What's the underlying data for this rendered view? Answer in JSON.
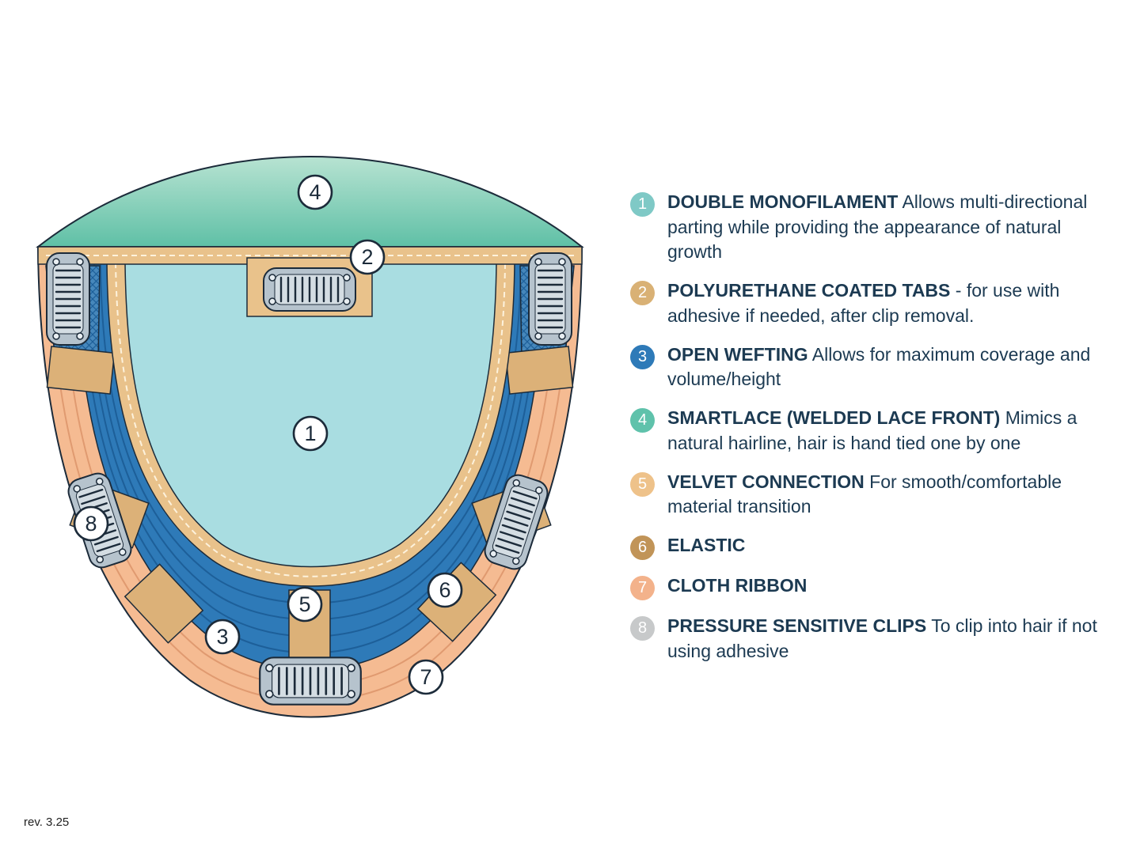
{
  "colors": {
    "ink": "#1c2b3a",
    "text": "#1c3a52",
    "lace-top": "#b8e3d2",
    "lace-bottom": "#5fc0a6",
    "mono-aqua": "#a9dde1",
    "tan": "#e9c28b",
    "tan-dark": "#dcb178",
    "weft-blue": "#2e7ab8",
    "weft-line": "#1d5f99",
    "ribbon-peach": "#f5bb92",
    "ribbon-line": "#e09a70",
    "clip-gray": "#b6c3cd",
    "clip-light": "#d4dde3",
    "hatch-blue": "#4687bb",
    "stitch": "#fdf2dc"
  },
  "diagram": {
    "callouts": [
      "1",
      "2",
      "3",
      "4",
      "5",
      "6",
      "7",
      "8"
    ]
  },
  "legend": {
    "items": [
      {
        "number": "1",
        "badge_color": "#7fc9c6",
        "title": "DOUBLE MONOFILAMENT",
        "description": "Allows multi-directional parting while providing the appearance of natural growth"
      },
      {
        "number": "2",
        "badge_color": "#d9b175",
        "title": "POLYURETHANE COATED TABS",
        "description": "- for use with adhesive if needed, after clip removal."
      },
      {
        "number": "3",
        "badge_color": "#2e7ab8",
        "title": "OPEN WEFTING",
        "description": "Allows for maximum coverage and volume/height"
      },
      {
        "number": "4",
        "badge_color": "#5fc2ab",
        "title": "SMARTLACE (WELDED LACE FRONT)",
        "description": "Mimics a natural hairline, hair is hand tied one by one"
      },
      {
        "number": "5",
        "badge_color": "#eec28a",
        "title": "VELVET CONNECTION",
        "description": "For smooth/comfortable material transition"
      },
      {
        "number": "6",
        "badge_color": "#c19458",
        "title": "ELASTIC",
        "description": ""
      },
      {
        "number": "7",
        "badge_color": "#f3b28b",
        "title": "CLOTH RIBBON",
        "description": ""
      },
      {
        "number": "8",
        "badge_color": "#c7c9ca",
        "title": "PRESSURE SENSITIVE CLIPS",
        "description": "To clip into hair if not using adhesive"
      }
    ]
  },
  "footer": {
    "revision": "rev. 3.25"
  }
}
